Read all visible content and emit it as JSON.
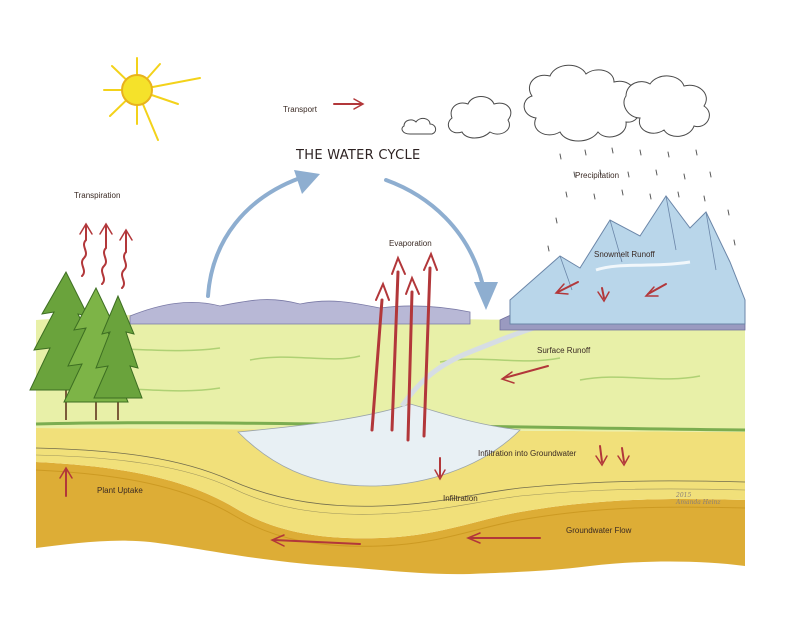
{
  "title": "THE WATER CYCLE",
  "labels": {
    "transport": "Transport",
    "transpiration": "Transpiration",
    "evaporation": "Evaporation",
    "precipitation": "Precipitation",
    "snowmelt_runoff": "Snowmelt Runoff",
    "surface_runoff": "Surface Runoff",
    "infiltration_into_groundwater": "Infiltration into Groundwater",
    "plant_uptake": "Plant Uptake",
    "infiltration": "Infiltration",
    "groundwater_flow": "Groundwater Flow"
  },
  "signature": {
    "year": "2015",
    "name": "Amanda Heinz"
  },
  "colors": {
    "sun": "#f5e22a",
    "arc_arrow": "#8eaed0",
    "flow_arrow": "#b2373a",
    "meadow": "#e8f0a8",
    "grass": "#5f9c39",
    "trees": "#6aa33c",
    "soil": "#f1e07a",
    "groundwater": "#d9a420",
    "mountain_snow": "#b9d6ea",
    "hills": "#9a9ac0"
  }
}
